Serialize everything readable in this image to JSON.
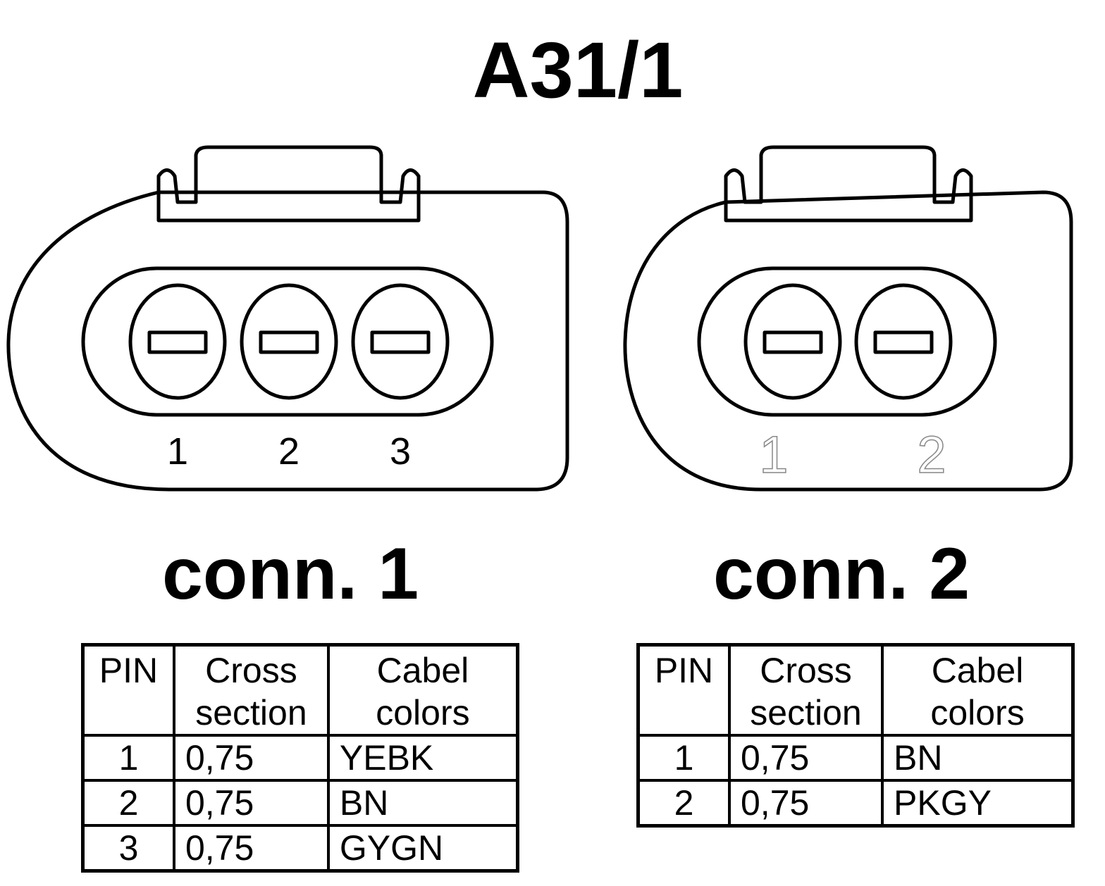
{
  "title": "A31/1",
  "connectors": [
    {
      "label": "conn. 1",
      "pin_labels": [
        "1",
        "2",
        "3"
      ],
      "table": {
        "headers": [
          "PIN",
          "Cross section",
          "Cabel colors"
        ],
        "rows": [
          {
            "pin": "1",
            "cross_section": "0,75",
            "color": "YEBK"
          },
          {
            "pin": "2",
            "cross_section": "0,75",
            "color": "BN"
          },
          {
            "pin": "3",
            "cross_section": "0,75",
            "color": "GYGN"
          }
        ]
      }
    },
    {
      "label": "conn. 2",
      "pin_labels": [
        "1",
        "2"
      ],
      "table": {
        "headers": [
          "PIN",
          "Cross section",
          "Cabel colors"
        ],
        "rows": [
          {
            "pin": "1",
            "cross_section": "0,75",
            "color": "BN"
          },
          {
            "pin": "2",
            "cross_section": "0,75",
            "color": "PKGY"
          }
        ]
      }
    }
  ]
}
